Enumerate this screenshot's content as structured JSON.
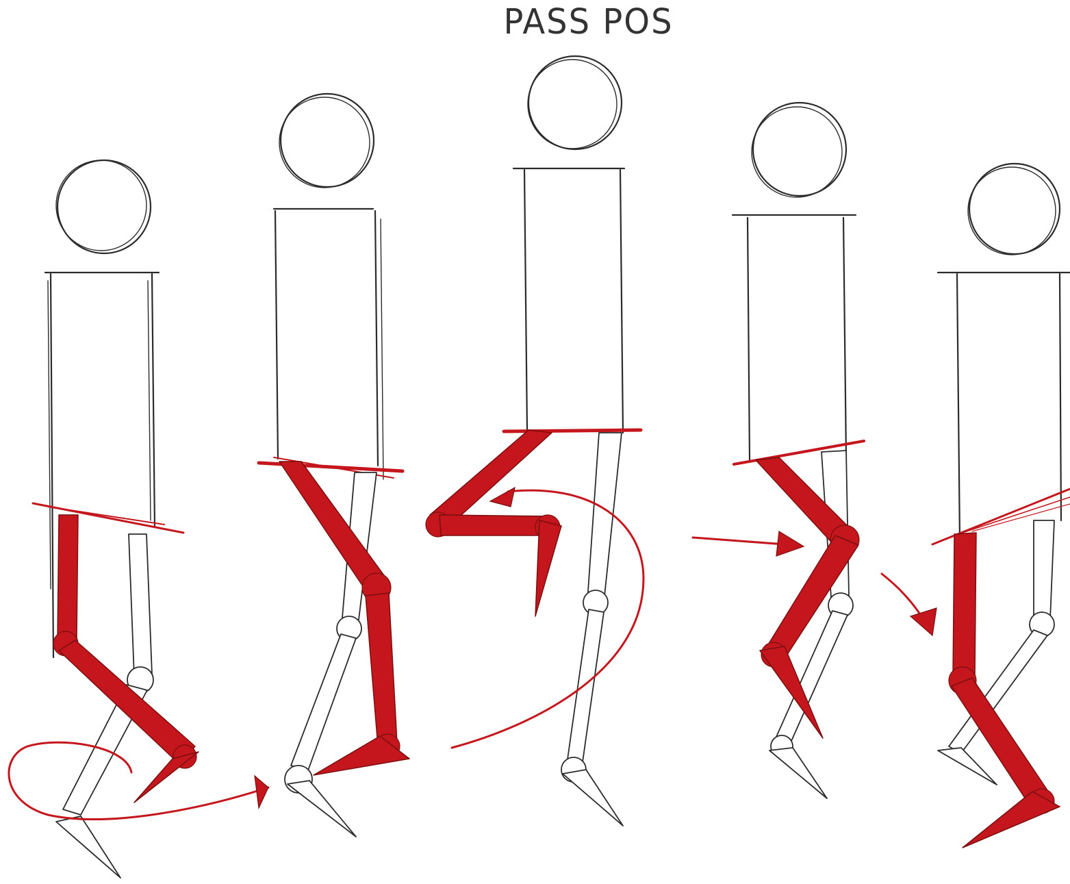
{
  "title": "PASS POS",
  "colors": {
    "ink": "#2b2b2b",
    "red": "#c4161c",
    "background": "#ffffff"
  },
  "figures": [
    {
      "name": "walk-frame-1"
    },
    {
      "name": "walk-frame-2"
    },
    {
      "name": "walk-frame-3-pass-position"
    },
    {
      "name": "walk-frame-4"
    },
    {
      "name": "walk-frame-5"
    }
  ]
}
